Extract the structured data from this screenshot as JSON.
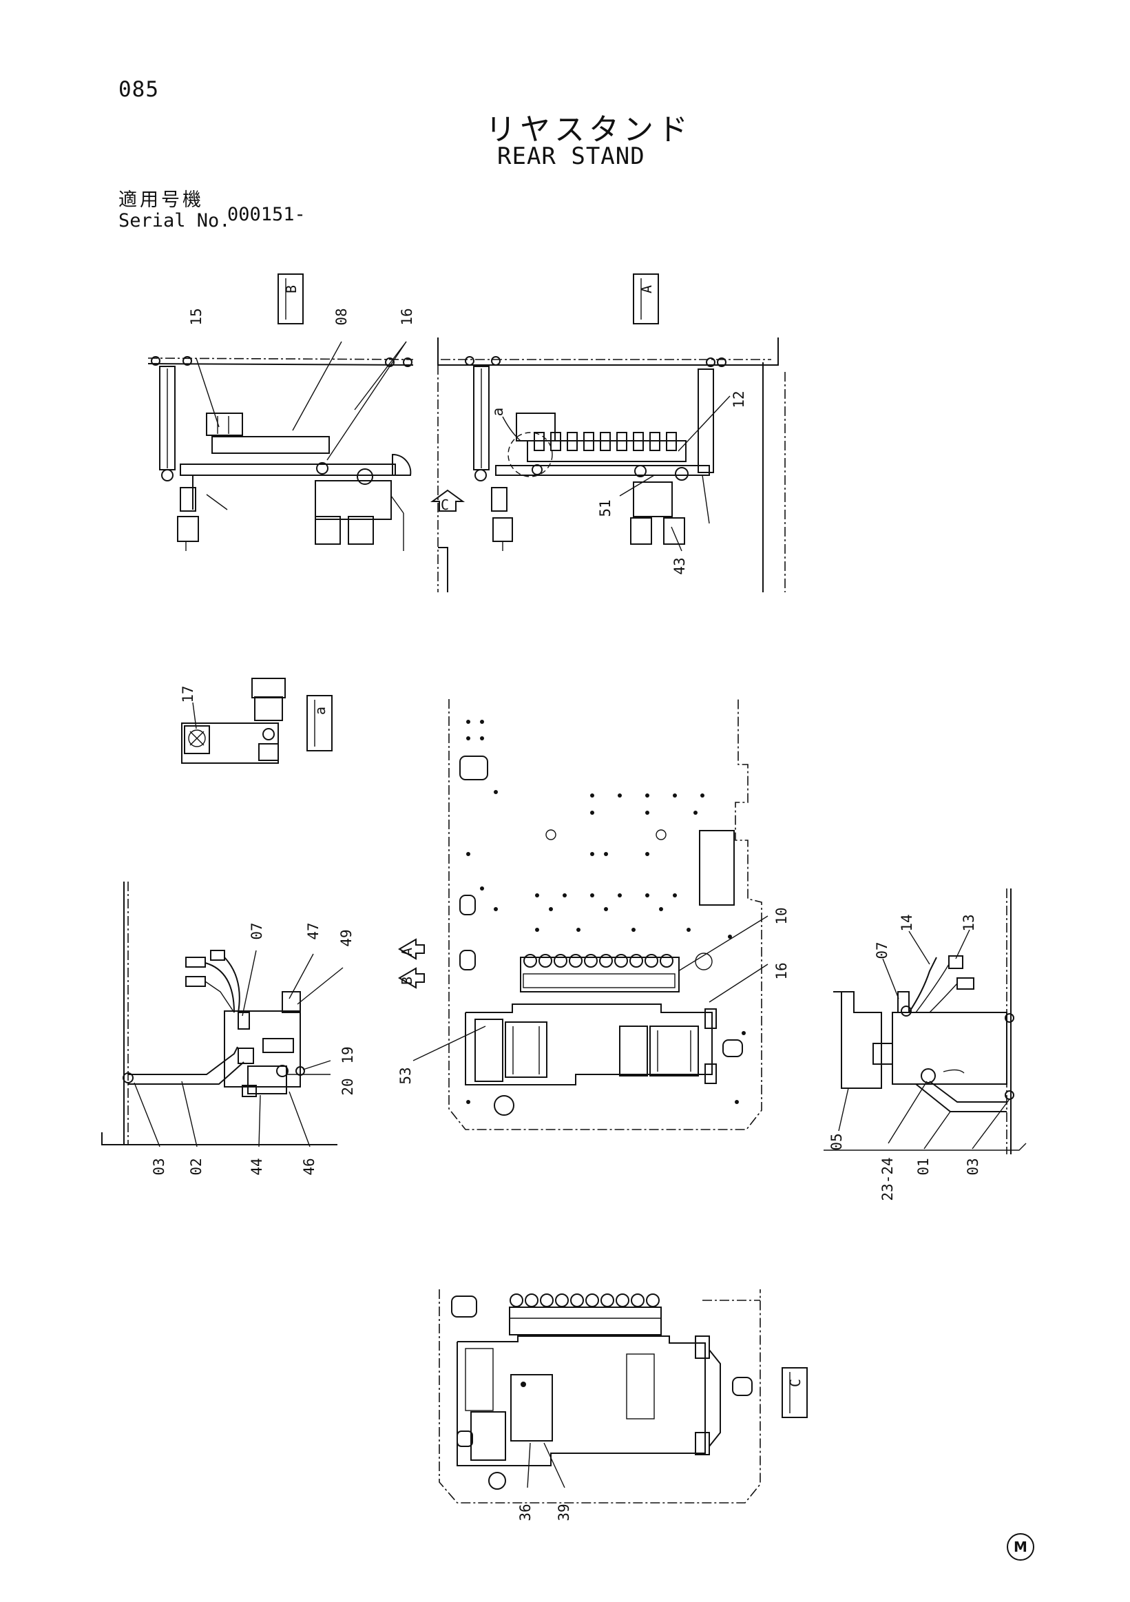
{
  "page": {
    "number": "085",
    "title_jp": "リヤスタンド",
    "title_en": "REAR STAND",
    "serial_label_jp": "適用号機",
    "serial_label_en": "Serial No.",
    "serial_value": "000151-",
    "maker_mark": "M"
  },
  "views": {
    "view_b": "B",
    "view_a": "A",
    "detail_a": "a",
    "view_c": "C",
    "arrow_a": "A",
    "arrow_b": "B",
    "arrow_c": "C"
  },
  "callouts": {
    "view_b": [
      "15",
      "08",
      "16"
    ],
    "view_a": [
      "12",
      "51",
      "43",
      "a"
    ],
    "detail": [
      "17"
    ],
    "left_side": [
      "07",
      "47",
      "49",
      "19",
      "20",
      "03",
      "02",
      "44",
      "46"
    ],
    "plan": [
      "10",
      "16",
      "53"
    ],
    "right_side": [
      "14",
      "13",
      "07",
      "05",
      "23-24",
      "01",
      "03"
    ],
    "view_c": [
      "36",
      "39"
    ]
  }
}
